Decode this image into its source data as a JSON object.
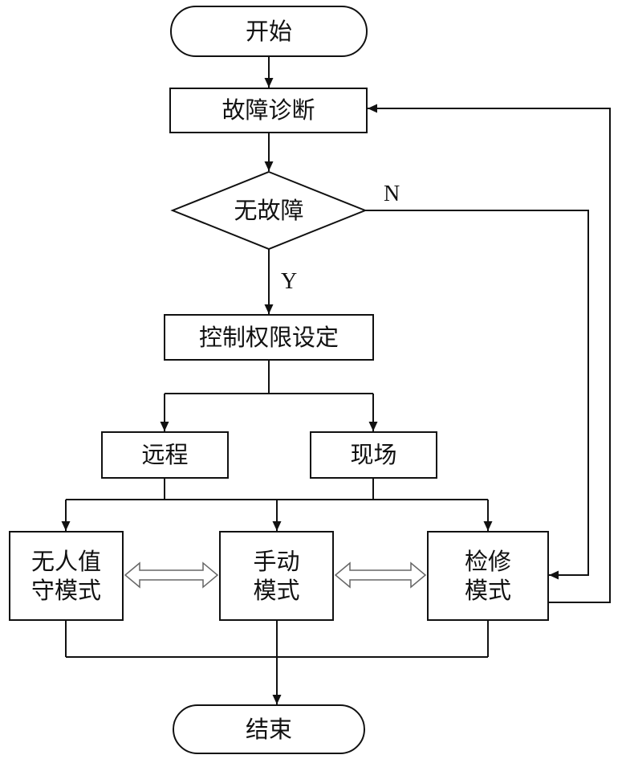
{
  "flowchart": {
    "start": "开始",
    "diagnose": "故障诊断",
    "decision": "无故障",
    "branch_no": "N",
    "branch_yes": "Y",
    "permission": "控制权限设定",
    "remote": "远程",
    "local": "现场",
    "unattended_line1": "无人值",
    "unattended_line2": "守模式",
    "manual_line1": "手动",
    "manual_line2": "模式",
    "maintenance_line1": "检修",
    "maintenance_line2": "模式",
    "end": "结束"
  }
}
